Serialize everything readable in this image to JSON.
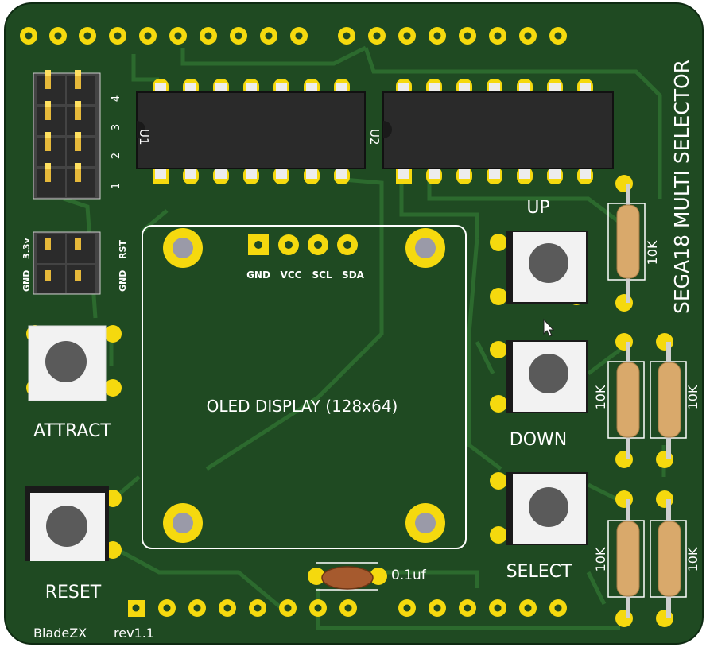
{
  "board": {
    "title": "SEGA18 MULTI SELECTOR",
    "author": "BladeZX",
    "revision": "rev1.1",
    "colors": {
      "soldermask": "#1f4a22",
      "trace": "#2c6a2e",
      "pad": "#f5d90e",
      "silkscreen": "#ffffff",
      "ic_body": "#2a2a2a"
    }
  },
  "header": {
    "pin_labels": [
      "4",
      "3",
      "2",
      "1"
    ]
  },
  "power_header": {
    "labels": [
      "GND",
      "3.3v",
      "GND",
      "RST"
    ]
  },
  "ics": [
    {
      "ref": "U1"
    },
    {
      "ref": "U2"
    }
  ],
  "oled": {
    "label": "OLED DISPLAY (128x64)",
    "pins": [
      "GND",
      "VCC",
      "SCL",
      "SDA"
    ]
  },
  "buttons": [
    {
      "label": "UP"
    },
    {
      "label": "DOWN"
    },
    {
      "label": "SELECT"
    },
    {
      "label": "ATTRACT"
    },
    {
      "label": "RESET"
    }
  ],
  "resistors": [
    {
      "value": "10K"
    },
    {
      "value": "10K"
    },
    {
      "value": "10K"
    },
    {
      "value": "10K"
    },
    {
      "value": "10K"
    }
  ],
  "capacitor": {
    "value": "0.1uf"
  }
}
